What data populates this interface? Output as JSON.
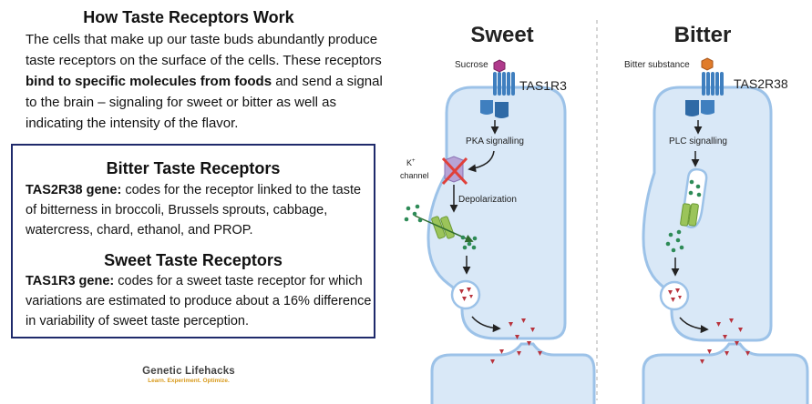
{
  "intro": {
    "title": "How Taste Receptors Work",
    "text_before": "The cells that make up our taste buds abundantly produce taste receptors on the surface of the cells. These receptors ",
    "text_bold": "bind to specific molecules from foods",
    "text_after": " and send a signal to the brain – signaling for sweet or bitter as well as indicating the intensity of the flavor."
  },
  "box": {
    "bitter_heading": "Bitter Taste Receptors",
    "bitter_gene": "TAS2R38 gene:",
    "bitter_text": " codes for the receptor linked to the taste of bitterness in broccoli, Brussels sprouts, cabbage, watercress, chard, ethanol, and PROP.",
    "sweet_heading": "Sweet Taste Receptors",
    "sweet_gene": "TAS1R3 gene:",
    "sweet_text": " codes for a sweet taste receptor for which variations are estimated to produce about a 16% difference in variability of sweet taste perception."
  },
  "logo": {
    "name": "Genetic Lifehacks",
    "tagline": "Learn. Experiment. Optimize."
  },
  "sweet_panel": {
    "title": "Sweet",
    "ligand": "Sucrose",
    "receptor": "TAS1R3",
    "signal": "PKA signalling",
    "channel_line1": "K",
    "channel_sup": "+",
    "channel_line2": "channel",
    "step": "Depolarization"
  },
  "bitter_panel": {
    "title": "Bitter",
    "ligand": "Bitter substance",
    "receptor": "TAS2R38",
    "signal": "PLC signalling"
  },
  "colors": {
    "cell_fill": "#d9e8f7",
    "cell_stroke": "#9cc2e8",
    "receptor": "#3f7fbf",
    "sweet_ligand": "#b03a8c",
    "bitter_ligand": "#e07b2a",
    "channel": "#9bc45a",
    "dots": "#2e8b57",
    "triangles": "#b8323c",
    "cross": "#e0403a",
    "box_border": "#1f2a6b"
  }
}
